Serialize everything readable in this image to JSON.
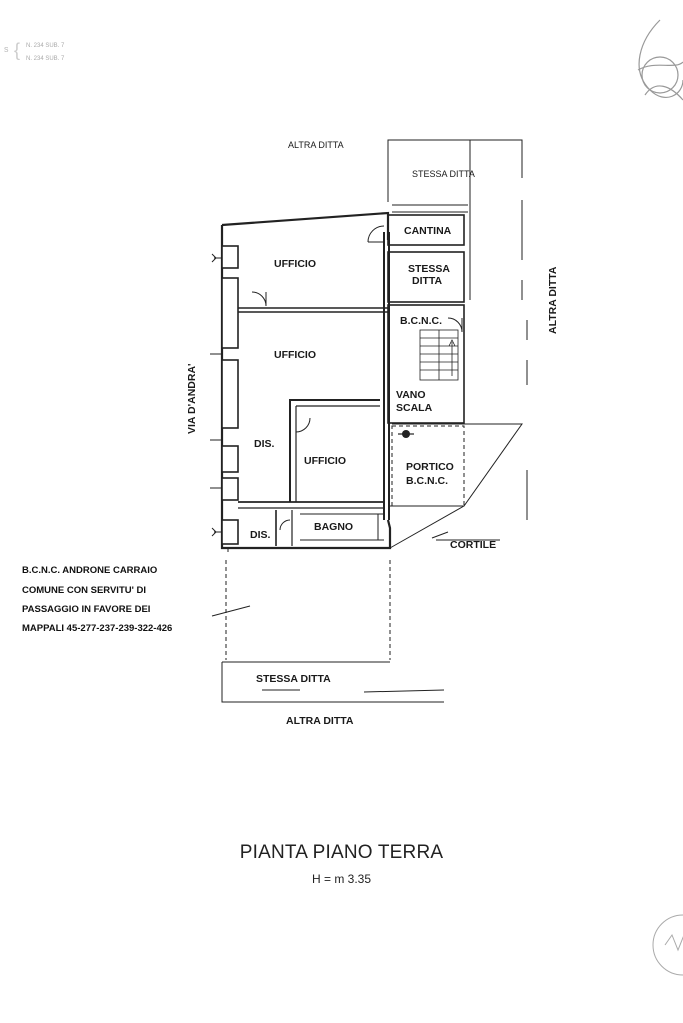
{
  "header_note": {
    "line1": "N. 234 SUB. 7",
    "line2": "N. 234 SUB. 7"
  },
  "labels": {
    "altra_ditta_top": "ALTRA DITTA",
    "stessa_ditta_top": "STESSA DITTA",
    "cantina": "CANTINA",
    "stessa_ditta_mid_1": "STESSA",
    "stessa_ditta_mid_2": "DITTA",
    "ufficio_1": "UFFICIO",
    "ufficio_2": "UFFICIO",
    "ufficio_3": "UFFICIO",
    "bcnc": "B.C.N.C.",
    "vano_1": "VANO",
    "vano_2": "SCALA",
    "dis_1": "DIS.",
    "dis_2": "DIS.",
    "bagno": "BAGNO",
    "portico_1": "PORTICO",
    "portico_2": "B.C.N.C.",
    "cortile": "CORTILE",
    "via": "VIA D'ANDRA'",
    "altra_ditta_right": "ALTRA DITTA",
    "stessa_ditta_bottom": "STESSA DITTA",
    "altra_ditta_bottom": "ALTRA DITTA"
  },
  "androne_note": [
    "B.C.N.C. ANDRONE CARRAIO",
    "COMUNE CON SERVITU' DI",
    "PASSAGGIO IN FAVORE DEI",
    "MAPPALI 45-277-237-239-322-426"
  ],
  "plan_title": "PIANTA PIANO TERRA",
  "plan_height": "H = m 3.35"
}
